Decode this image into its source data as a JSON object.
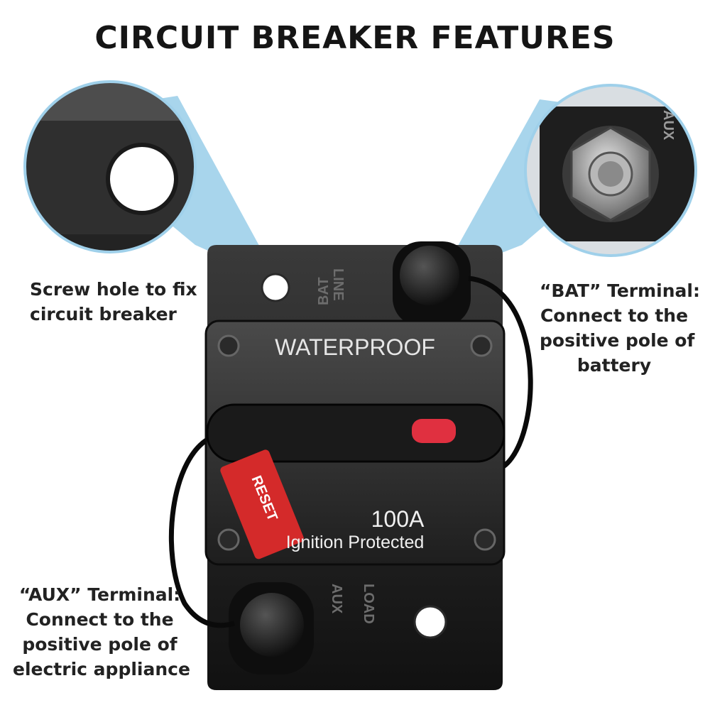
{
  "title": "CIRCUIT BREAKER FEATURES",
  "callouts": {
    "screw_hole": {
      "lines": [
        "Screw hole to fix",
        "circuit breaker"
      ]
    },
    "bat_terminal": {
      "lines": [
        "“BAT” Terminal:",
        "Connect to the",
        "positive pole of",
        "battery"
      ]
    },
    "aux_terminal": {
      "lines": [
        "“AUX” Terminal:",
        "Connect to the",
        "positive pole of",
        "electric appliance"
      ]
    }
  },
  "device": {
    "top_label": "WATERPROOF",
    "rating": "100A",
    "subtitle": "Ignition Protected",
    "reset_label": "RESET",
    "bat_stamp": "BAT",
    "line_stamp": "LINE",
    "aux_stamp": "AUX",
    "load_stamp": "LOAD"
  },
  "colors": {
    "accent_blue": "#9fd0ea",
    "body_black": "#1c1c1c",
    "reset_red": "#d42a2a",
    "indicator_red": "#e03040"
  }
}
